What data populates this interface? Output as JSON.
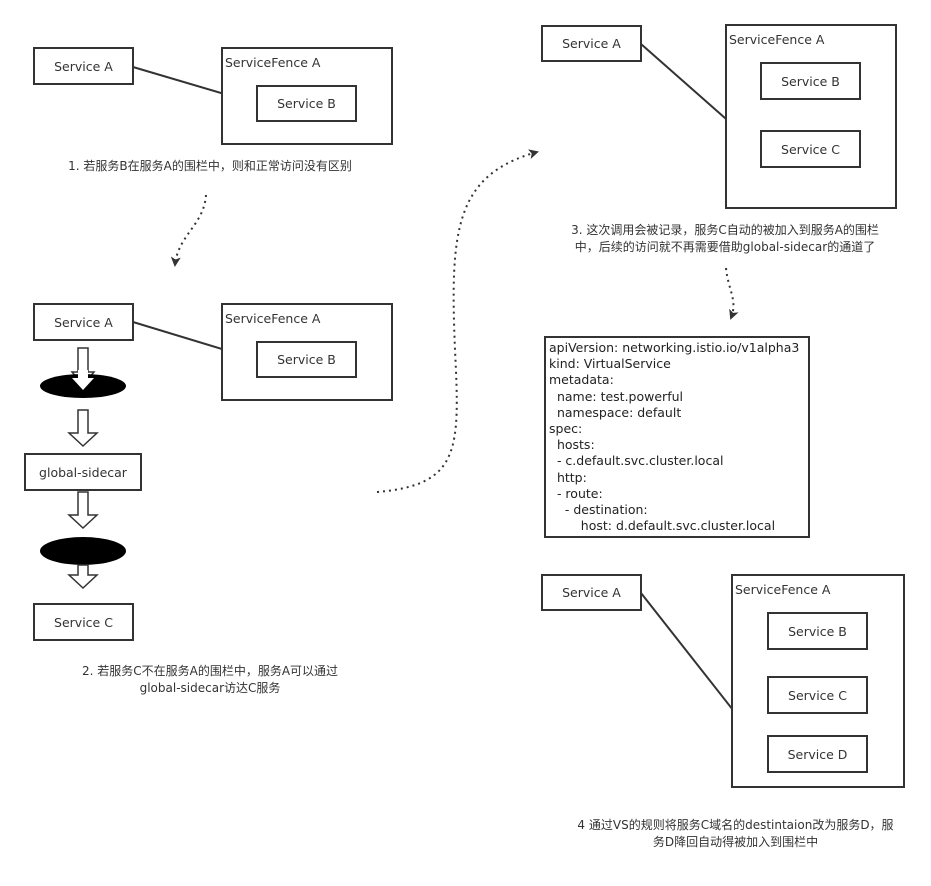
{
  "step1": {
    "service_a": "Service A",
    "fence_label": "ServiceFence A",
    "service_b": "Service B",
    "caption": "1. 若服务B在服务A的围栏中，则和正常访问没有区别"
  },
  "step2": {
    "service_a": "Service A",
    "fence_label": "ServiceFence A",
    "service_b": "Service B",
    "global_sidecar": "global-sidecar",
    "service_c": "Service C",
    "caption_line1": "2. 若服务C不在服务A的围栏中，服务A可以通过",
    "caption_line2": "global-sidecar访达C服务"
  },
  "step3": {
    "service_a": "Service A",
    "fence_label": "ServiceFence A",
    "service_b": "Service B",
    "service_c": "Service C",
    "caption_line1": "3. 这次调用会被记录，服务C自动的被加入到服务A的围栏",
    "caption_line2": "中，后续的访问就不再需要借助global-sidecar的通道了"
  },
  "yaml": {
    "lines": [
      "apiVersion: networking.istio.io/v1alpha3",
      "kind: VirtualService",
      "metadata:",
      "  name: test.powerful",
      "  namespace: default",
      "spec:",
      "  hosts:",
      "  - c.default.svc.cluster.local",
      "  http:",
      "  - route:",
      "    - destination:",
      "        host: d.default.svc.cluster.local"
    ]
  },
  "step4": {
    "service_a": "Service A",
    "fence_label": "ServiceFence A",
    "service_b": "Service B",
    "service_c": "Service C",
    "service_d": "Service D",
    "caption_line1": "4 通过VS的规则将服务C域名的destintaion改为服务D，服",
    "caption_line2": "务D降回自动得被加入到围栏中"
  }
}
